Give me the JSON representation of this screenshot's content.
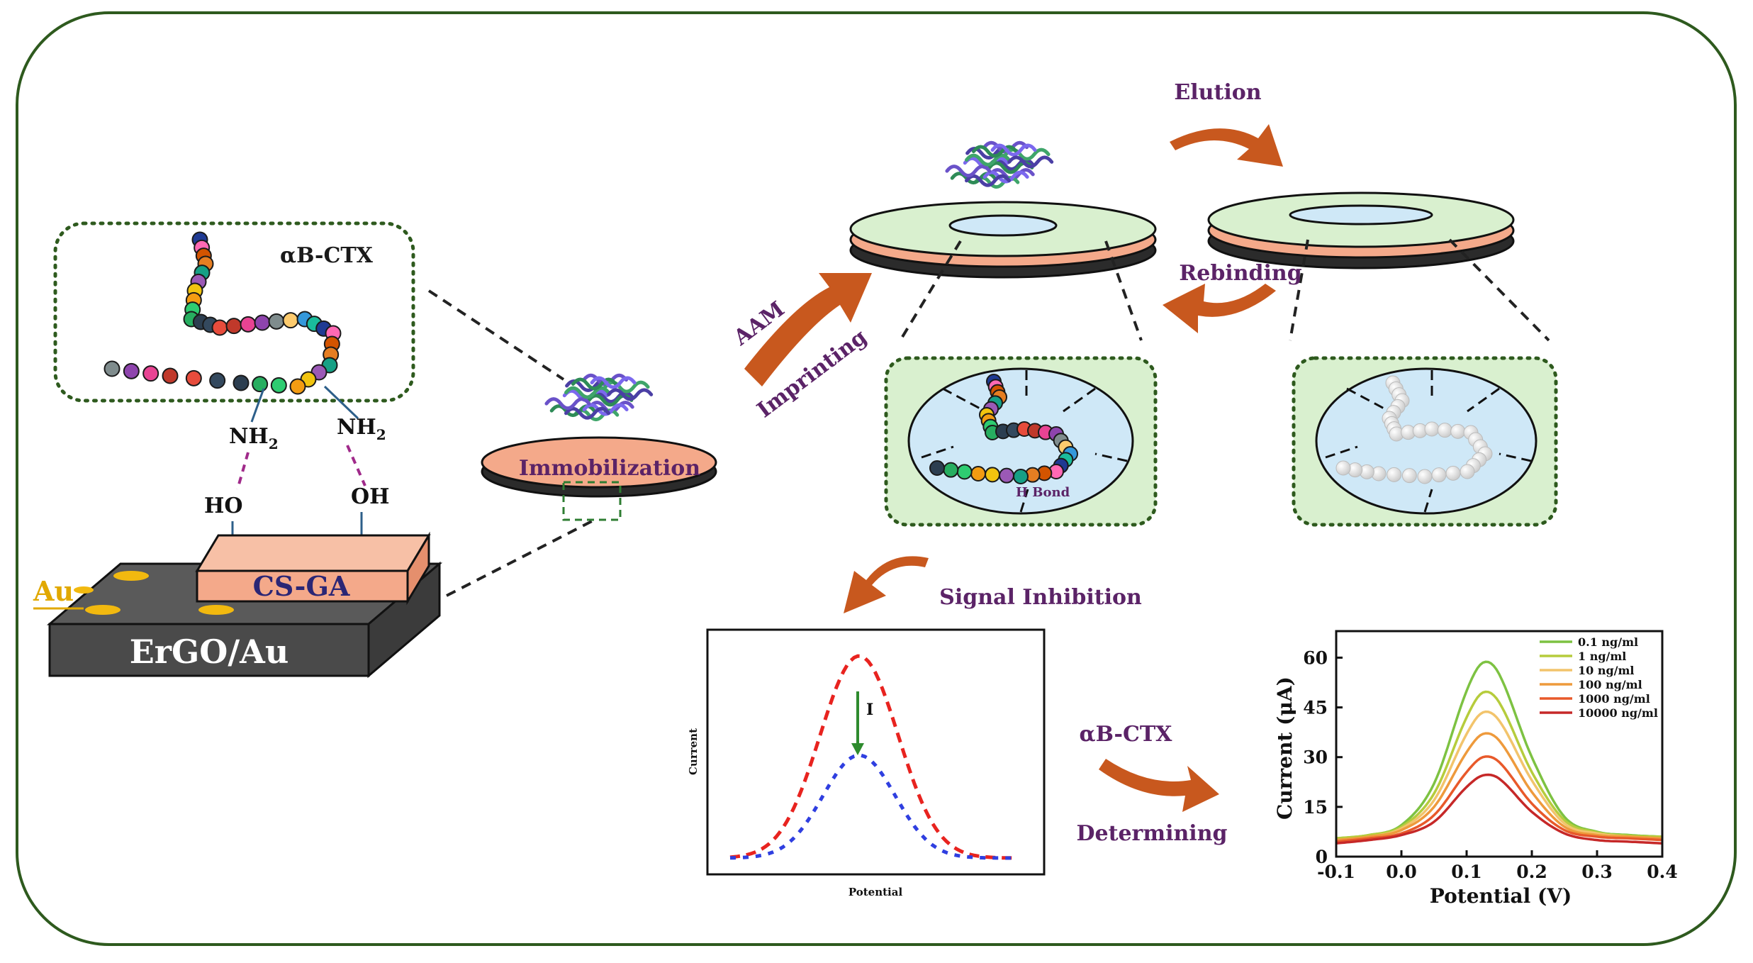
{
  "labels": {
    "ab_ctx_top": "αB-CTX",
    "nh2_left_base": "NH",
    "nh2_left_sub": "2",
    "nh2_right_base": "NH",
    "nh2_right_sub": "2",
    "ho": "HO",
    "oh": "OH",
    "cs_ga": "CS-GA",
    "au": "Au",
    "ergo_au": "ErGO/Au",
    "immobilization": "Immobilization",
    "aam": "AAM",
    "imprinting": "Imprinting",
    "elution": "Elution",
    "rebinding": "Rebinding",
    "h_bond": "H Bond",
    "signal_inhibition": "Signal Inhibition",
    "ab_ctx_mid": "αB-CTX",
    "determining": "Determining"
  },
  "colors": {
    "frame": "#2e5a1e",
    "arrow": "#c8581e",
    "label_purple": "#5b2367",
    "cs_ga_fill": "#f4a98a",
    "electrode_top": "#555555",
    "electrode_front": "#474747",
    "gold": "#f2b90f",
    "green_box_fill": "#d9f0cf",
    "light_blue": "#cfe8f7"
  },
  "sketch_chart": {
    "xlabel": "Potential",
    "ylabel": "Current",
    "annotation": "I",
    "series": [
      {
        "color": "#e8231f",
        "style": "dashed"
      },
      {
        "color": "#2f3fe0",
        "style": "dotted"
      }
    ]
  },
  "chart_data": {
    "type": "line",
    "xlabel": "Potential (V)",
    "ylabel": "Current (μA)",
    "xlim": [
      -0.1,
      0.4
    ],
    "ylim": [
      0,
      68
    ],
    "xticks": [
      "-0.1",
      "0.0",
      "0.1",
      "0.2",
      "0.3",
      "0.4"
    ],
    "yticks": [
      "0",
      "15",
      "30",
      "45",
      "60"
    ],
    "legend_position": "top-right",
    "x": [
      -0.1,
      -0.05,
      0.0,
      0.05,
      0.1,
      0.125,
      0.15,
      0.2,
      0.25,
      0.3,
      0.35,
      0.4
    ],
    "series": [
      {
        "name": "0.1 ng/ml",
        "color": "#7dc242",
        "values": [
          5.5,
          6.5,
          9.5,
          22,
          50,
          58.5,
          55,
          30,
          12,
          7.5,
          6.5,
          6
        ]
      },
      {
        "name": "1 ng/ml",
        "color": "#b6cc3c",
        "values": [
          5.5,
          6.5,
          9,
          19,
          42,
          49.5,
          46.5,
          25.5,
          11,
          7.3,
          6.3,
          6
        ]
      },
      {
        "name": "10 ng/ml",
        "color": "#f2c46c",
        "values": [
          5,
          6,
          8.5,
          17,
          37,
          43.5,
          41,
          23,
          10,
          7,
          6,
          5.5
        ]
      },
      {
        "name": "100 ng/ml",
        "color": "#ee9a3c",
        "values": [
          5,
          6,
          8,
          15,
          31.5,
          37,
          35,
          19.5,
          9,
          6.5,
          6,
          5.5
        ]
      },
      {
        "name": "1000 ng/ml",
        "color": "#e8592a",
        "values": [
          4.5,
          5.5,
          7,
          12.5,
          25.5,
          30,
          28.5,
          16,
          8,
          6,
          5.5,
          5
        ]
      },
      {
        "name": "10000 ng/ml",
        "color": "#c62828",
        "values": [
          4,
          5,
          6.5,
          10.5,
          21,
          24.5,
          23.5,
          13.5,
          7,
          5,
          4.5,
          4
        ]
      }
    ]
  }
}
